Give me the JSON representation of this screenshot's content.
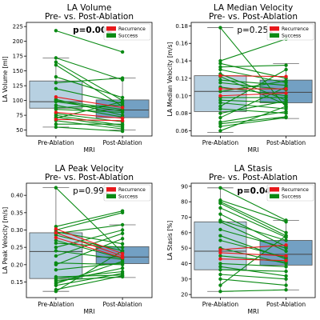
{
  "colors": {
    "recurrence": "#e8191c",
    "success": "#0a8a14",
    "pre_box": "#aac8dc",
    "post_box": "#5a8fb8",
    "median": "#444444",
    "whisker": "#666666"
  },
  "chart_data": [
    {
      "type": "box",
      "title": "LA Volume",
      "subtitle": "Pre- vs. Post-Ablation",
      "xlabel": "MRI",
      "ylabel": "LA Volume [ml]",
      "categories": [
        "Pre-Ablation",
        "Post-Ablation"
      ],
      "ylim": [
        40,
        232
      ],
      "yticks": [
        50,
        75,
        100,
        125,
        150,
        175,
        200,
        225
      ],
      "pvalue": "p=0.002",
      "pvalue_bold": true,
      "legend": {
        "position": "top-right",
        "entries": [
          "Recurrence",
          "Success"
        ]
      },
      "boxes": [
        {
          "q1": 87,
          "median": 98,
          "q3": 133,
          "whisker_low": 55,
          "whisker_high": 172
        },
        {
          "q1": 71,
          "median": 84,
          "q3": 101,
          "whisker_low": 50,
          "whisker_high": 138
        }
      ],
      "series": [
        {
          "legend": "Recurrence",
          "pairs": [
            [
              106,
              88
            ],
            [
              68,
              66
            ],
            [
              80,
              70
            ]
          ]
        },
        {
          "legend": "Success",
          "pairs": [
            [
              218,
              182
            ],
            [
              172,
              135
            ],
            [
              165,
              100
            ],
            [
              160,
              90
            ],
            [
              140,
              105
            ],
            [
              130,
              138
            ],
            [
              120,
              95
            ],
            [
              102,
              75
            ],
            [
              100,
              85
            ],
            [
              98,
              82
            ],
            [
              92,
              72
            ],
            [
              88,
              92
            ],
            [
              85,
              80
            ],
            [
              78,
              64
            ],
            [
              75,
              58
            ],
            [
              72,
              55
            ],
            [
              70,
              98
            ],
            [
              66,
              52
            ],
            [
              60,
              60
            ],
            [
              55,
              48
            ]
          ]
        }
      ]
    },
    {
      "type": "box",
      "title": "LA Median Velocity",
      "subtitle": "Pre- vs. Post-Ablation",
      "xlabel": "MRI",
      "ylabel": "LA Median Velocity [m/s]",
      "categories": [
        "Pre-Ablation",
        "Post-Ablation"
      ],
      "ylim": [
        0.054,
        0.184
      ],
      "yticks": [
        0.06,
        0.08,
        0.1,
        0.12,
        0.14,
        0.16,
        0.18
      ],
      "ytick_labels": [
        "0.06",
        "0.08",
        "0.10",
        "0.12",
        "0.14",
        "0.16",
        "0.18"
      ],
      "pvalue": "p=0.251",
      "pvalue_bold": false,
      "legend": {
        "position": "top-right",
        "entries": [
          "Recurrence",
          "Success"
        ]
      },
      "boxes": [
        {
          "q1": 0.082,
          "median": 0.105,
          "q3": 0.123,
          "whisker_low": 0.058,
          "whisker_high": 0.178
        },
        {
          "q1": 0.092,
          "median": 0.104,
          "q3": 0.118,
          "whisker_low": 0.074,
          "whisker_high": 0.137
        }
      ],
      "series": [
        {
          "legend": "Recurrence",
          "pairs": [
            [
              0.123,
              0.122
            ],
            [
              0.108,
              0.108
            ],
            [
              0.1,
              0.103
            ]
          ]
        },
        {
          "legend": "Success",
          "pairs": [
            [
              0.178,
              0.087
            ],
            [
              0.14,
              0.165
            ],
            [
              0.137,
              0.12
            ],
            [
              0.133,
              0.135
            ],
            [
              0.13,
              0.115
            ],
            [
              0.125,
              0.095
            ],
            [
              0.122,
              0.09
            ],
            [
              0.118,
              0.112
            ],
            [
              0.115,
              0.107
            ],
            [
              0.11,
              0.1
            ],
            [
              0.105,
              0.117
            ],
            [
              0.098,
              0.098
            ],
            [
              0.095,
              0.092
            ],
            [
              0.092,
              0.085
            ],
            [
              0.088,
              0.13
            ],
            [
              0.085,
              0.08
            ],
            [
              0.08,
              0.094
            ],
            [
              0.075,
              0.11
            ],
            [
              0.07,
              0.082
            ],
            [
              0.068,
              0.076
            ],
            [
              0.065,
              0.075
            ],
            [
              0.06,
              0.088
            ]
          ]
        }
      ]
    },
    {
      "type": "box",
      "title": "LA Peak Velocity",
      "subtitle": "Pre- vs. Post-Ablation",
      "xlabel": "MRI",
      "ylabel": "LA Peak Velocity [m/s]",
      "categories": [
        "Pre-Ablation",
        "Post-Ablation"
      ],
      "ylim": [
        0.105,
        0.435
      ],
      "yticks": [
        0.15,
        0.2,
        0.25,
        0.3,
        0.35,
        0.4
      ],
      "ytick_labels": [
        "0.15",
        "0.20",
        "0.25",
        "0.30",
        "0.35",
        "0.40"
      ],
      "pvalue": "p=0.991",
      "pvalue_bold": false,
      "legend": {
        "position": "top-right",
        "entries": [
          "Recurrence",
          "Success"
        ]
      },
      "boxes": [
        {
          "q1": 0.16,
          "median": 0.238,
          "q3": 0.292,
          "whisker_low": 0.123,
          "whisker_high": 0.422
        },
        {
          "q1": 0.203,
          "median": 0.222,
          "q3": 0.252,
          "whisker_low": 0.163,
          "whisker_high": 0.315
        }
      ],
      "series": [
        {
          "legend": "Recurrence",
          "pairs": [
            [
              0.303,
              0.232
            ],
            [
              0.292,
              0.225
            ],
            [
              0.278,
              0.22
            ]
          ]
        },
        {
          "legend": "Success",
          "pairs": [
            [
              0.422,
              0.235
            ],
            [
              0.31,
              0.355
            ],
            [
              0.3,
              0.35
            ],
            [
              0.295,
              0.26
            ],
            [
              0.29,
              0.315
            ],
            [
              0.285,
              0.24
            ],
            [
              0.27,
              0.218
            ],
            [
              0.262,
              0.25
            ],
            [
              0.25,
              0.3
            ],
            [
              0.24,
              0.215
            ],
            [
              0.225,
              0.29
            ],
            [
              0.205,
              0.2
            ],
            [
              0.2,
              0.275
            ],
            [
              0.185,
              0.205
            ],
            [
              0.165,
              0.17
            ],
            [
              0.16,
              0.18
            ],
            [
              0.155,
              0.165
            ],
            [
              0.15,
              0.19
            ],
            [
              0.145,
              0.21
            ],
            [
              0.14,
              0.175
            ],
            [
              0.128,
              0.168
            ],
            [
              0.123,
              0.24
            ]
          ]
        }
      ]
    },
    {
      "type": "box",
      "title": "LA Stasis",
      "subtitle": "Pre- vs. Post-Ablation",
      "xlabel": "MRI",
      "ylabel": "LA Stasis [%]",
      "categories": [
        "Pre-Ablation",
        "Post-Ablation"
      ],
      "ylim": [
        18,
        92
      ],
      "yticks": [
        20,
        30,
        40,
        50,
        60,
        70,
        80,
        90
      ],
      "pvalue": "p=0.04",
      "pvalue_bold": true,
      "legend": {
        "position": "top-right",
        "entries": [
          "Recurrence",
          "Success"
        ]
      },
      "boxes": [
        {
          "q1": 36,
          "median": 48,
          "q3": 67,
          "whisker_low": 22,
          "whisker_high": 89
        },
        {
          "q1": 39,
          "median": 46,
          "q3": 55,
          "whisker_low": 23,
          "whisker_high": 68
        }
      ],
      "series": [
        {
          "legend": "Recurrence",
          "pairs": [
            [
              49,
              52
            ],
            [
              47,
              45
            ],
            [
              43,
              42
            ]
          ]
        },
        {
          "legend": "Success",
          "pairs": [
            [
              89,
              68
            ],
            [
              81,
              67
            ],
            [
              80,
              60
            ],
            [
              79,
              58
            ],
            [
              76,
              57
            ],
            [
              72,
              51
            ],
            [
              68,
              55
            ],
            [
              67,
              48
            ],
            [
              62,
              50
            ],
            [
              58,
              43
            ],
            [
              55,
              44
            ],
            [
              50,
              40
            ],
            [
              45,
              41
            ],
            [
              40,
              38
            ],
            [
              38,
              32
            ],
            [
              36,
              35
            ],
            [
              33,
              30
            ],
            [
              30,
              26
            ],
            [
              26,
              58
            ],
            [
              22,
              23
            ]
          ]
        }
      ]
    }
  ]
}
